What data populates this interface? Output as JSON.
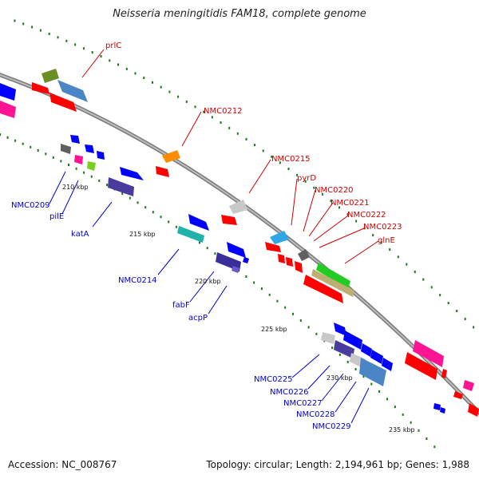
{
  "header": {
    "title": "Neisseria meningitidis FAM18, complete genome"
  },
  "footer": {
    "accession": "Accession: NC_008767",
    "summary": "Topology: circular; Length: 2,194,961 bp; Genes: 1,988"
  },
  "ticks": [
    "210 kbp",
    "215 kbp",
    "220 kbp",
    "225 kbp",
    "230 kbp",
    "235 kbp"
  ],
  "outer_labels": [
    "prlC",
    "NMC0212",
    "NMC0215",
    "pyrD",
    "NMC0220",
    "NMC0221",
    "NMC0222",
    "NMC0223",
    "glnE"
  ],
  "inner_labels": [
    "NMC0209",
    "pilE",
    "katA",
    "NMC0214",
    "fabF",
    "acpP",
    "NMC0225",
    "NMC0226",
    "NMC0227",
    "NMC0228",
    "NMC0229"
  ],
  "colors": {
    "backbone": "#8a8a8a",
    "outer_label": "#cc0000",
    "inner_label": "#0000cc",
    "forward_gene": "#ff0000",
    "reverse_gene": "#0000ff",
    "gc_dots": "#1a7a1a"
  }
}
